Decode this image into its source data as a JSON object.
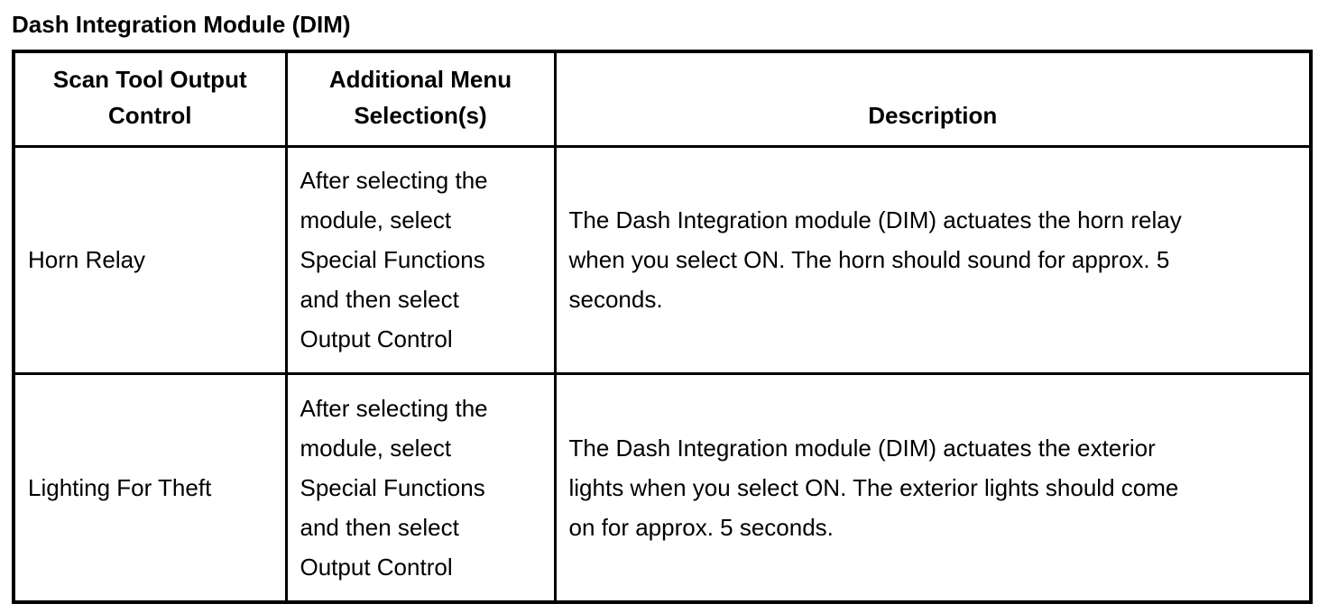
{
  "page": {
    "title": "Dash Integration Module (DIM)"
  },
  "table": {
    "columns": [
      {
        "label": "Scan Tool Output\nControl"
      },
      {
        "label": "Additional Menu\nSelection(s)"
      },
      {
        "label": "Description"
      }
    ],
    "rows": [
      {
        "output_control": "Horn Relay",
        "menu_selection": "After selecting the\nmodule, select\nSpecial Functions\nand then select\nOutput Control",
        "description": "The Dash Integration module (DIM) actuates the horn relay\nwhen you select ON. The horn should sound for approx. 5\nseconds."
      },
      {
        "output_control": "Lighting For Theft",
        "menu_selection": "After selecting the\nmodule, select\nSpecial Functions\nand then select\nOutput Control",
        "description": "The Dash Integration module (DIM) actuates the exterior\nlights when you select ON. The exterior lights should come\non for approx. 5 seconds."
      }
    ]
  }
}
